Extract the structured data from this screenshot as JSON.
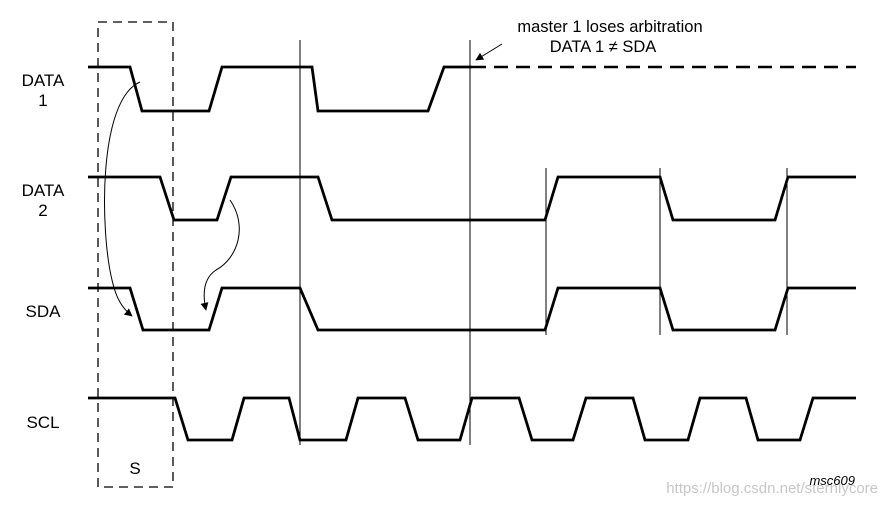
{
  "signals": {
    "data1_line1": "DATA",
    "data1_line2": "1",
    "data2_line1": "DATA",
    "data2_line2": "2",
    "sda": "SDA",
    "scl": "SCL"
  },
  "start_condition_label": "S",
  "annotation": {
    "line1": "master 1 loses arbitration",
    "line2": "DATA 1 ≠ SDA"
  },
  "figure_id": "msc609",
  "watermark": "https://blog.csdn.net/sternlycore"
}
